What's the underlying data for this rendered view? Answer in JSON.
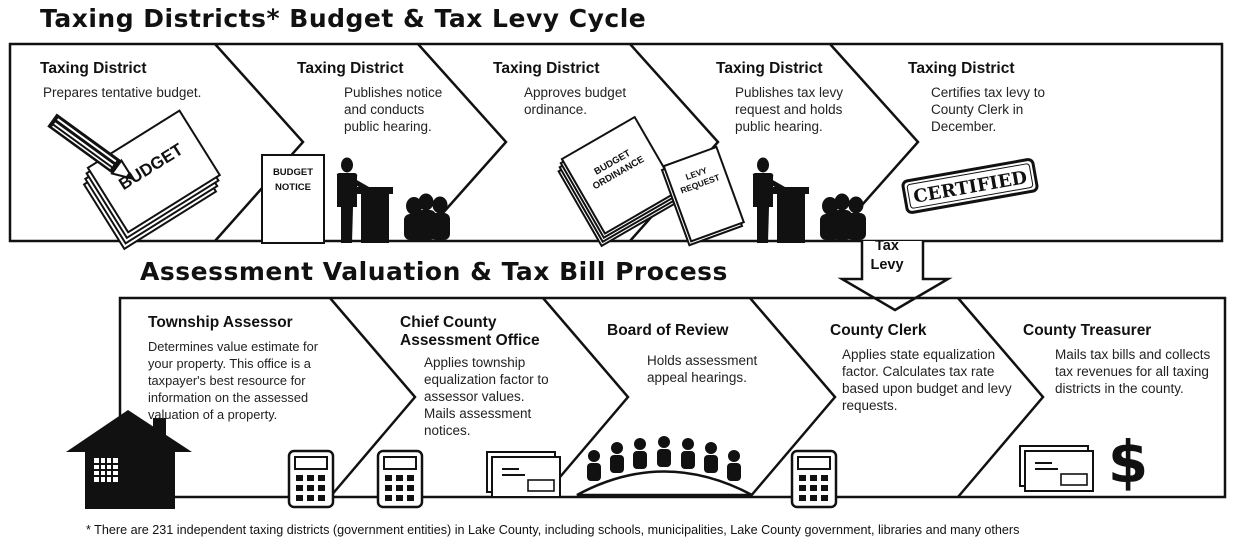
{
  "titles": {
    "top": "Taxing Districts* Budget & Tax Levy Cycle",
    "middle": "Assessment Valuation & Tax Bill Process"
  },
  "budget_cycle": {
    "steps": [
      {
        "title": "Taxing District",
        "description": "Prepares tentative budget."
      },
      {
        "title": "Taxing District",
        "description": "Publishes notice and conducts public hearing."
      },
      {
        "title": "Taxing District",
        "description": "Approves budget ordinance."
      },
      {
        "title": "Taxing District",
        "description": "Publishes tax levy request and holds public hearing."
      },
      {
        "title": "Taxing District",
        "description": "Certifies tax levy to County Clerk in December."
      }
    ],
    "doc_labels": {
      "budget": "BUDGET",
      "budget_notice_1": "BUDGET",
      "budget_notice_2": "NOTICE",
      "ordinance_1": "BUDGET",
      "ordinance_2": "ORDINANCE",
      "levy_1": "LEVY",
      "levy_2": "REQUEST",
      "certified": "CERTIFIED"
    }
  },
  "connector": {
    "label_1": "Tax",
    "label_2": "Levy"
  },
  "assessment_process": {
    "steps": [
      {
        "title": "Township Assessor",
        "description": "Determines value estimate for your property. This office is a taxpayer's best resource for information on the assessed valuation of a property."
      },
      {
        "title": "Chief County Assessment Office",
        "description": "Applies township equalization factor to assessor values. Mails assessment notices."
      },
      {
        "title": "Board of Review",
        "description": "Holds assessment appeal hearings."
      },
      {
        "title": "County Clerk",
        "description": "Applies state equalization factor. Calculates tax rate based upon budget and levy requests."
      },
      {
        "title": "County Treasurer",
        "description": "Mails tax bills and collects tax revenues for all taxing districts in the county."
      }
    ],
    "dollar_sign": "$"
  },
  "footnote": "* There are 231 independent taxing districts (government entities) in Lake County, including schools, municipalities, Lake County government, libraries and many others"
}
